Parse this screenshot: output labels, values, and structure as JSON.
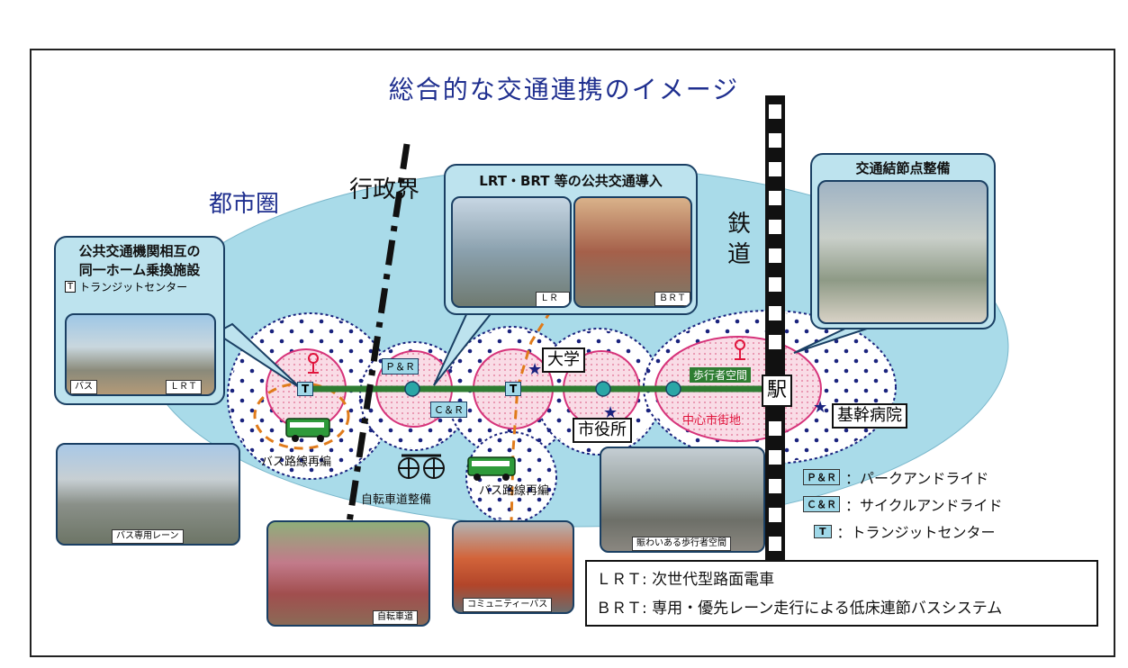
{
  "title": "総合的な交通連携のイメージ",
  "region_labels": {
    "metro": "都市圏",
    "boundary": "行政界",
    "railway_1": "鉄",
    "railway_2": "道"
  },
  "callouts": {
    "transfer": {
      "line1": "公共交通機関相互の",
      "line2": "同一ホーム乗換施設",
      "line3": "トランジットセンター",
      "tag_bus": "バス",
      "tag_lrt": "ＬＲＴ"
    },
    "lrt_brt": {
      "title": "LRT・BRT 等の公共交通導入",
      "tag_lrt": "ＬＲＴ",
      "tag_brt": "ＢＲＴ"
    },
    "node": {
      "title": "交通結節点整備"
    }
  },
  "map_labels": {
    "pr": "Ｐ＆Ｒ",
    "cr": "Ｃ＆Ｒ",
    "transit_t": "T",
    "university": "大学",
    "city_hall": "市役所",
    "station": "駅",
    "hospital": "基幹病院",
    "pedestrian": "歩行者空間",
    "downtown": "中心市街地",
    "bus_reorg_1": "バス路線再編",
    "bus_reorg_2": "バス路線再編",
    "bike_road": "自転車道整備"
  },
  "photos": {
    "bus_lane": "バス専用レーン",
    "bike_path": "自転車道",
    "community_bus": "コミュニティーバス",
    "pedestrian_space": "賑わいある歩行者空間"
  },
  "legend": [
    {
      "tag": "Ｐ＆Ｒ",
      "text": "：パークアンドライド"
    },
    {
      "tag": "Ｃ＆Ｒ",
      "text": "：サイクルアンドライド"
    },
    {
      "tag": "T",
      "text": "：トランジットセンター"
    }
  ],
  "definitions": {
    "lrt": "ＬＲＴ: 次世代型路面電車",
    "brt": "ＢＲＴ: 専用・優先レーン走行による低床連節バスシステム"
  },
  "colors": {
    "ellipse": "#a9dbe9",
    "line": "#2e7d32",
    "zone_pink": "#f9dce6",
    "dot_blue": "#1a237e",
    "dash_orange": "#e07b1a",
    "title_blue": "#1f2f8f"
  }
}
